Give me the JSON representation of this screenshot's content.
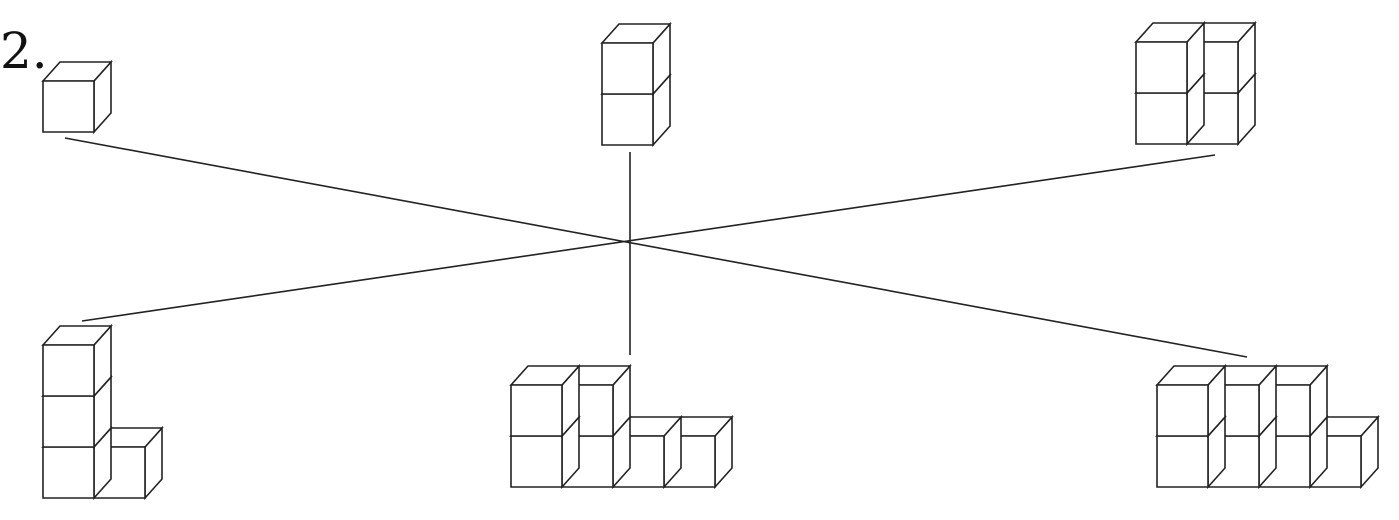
{
  "problem": {
    "number": "2."
  },
  "diagram": {
    "top_figures": [
      {
        "id": "top-single-cube",
        "cubes": 1
      },
      {
        "id": "top-vertical-stack",
        "cubes": 2
      },
      {
        "id": "top-square-block",
        "cubes": 4
      }
    ],
    "bottom_figures": [
      {
        "id": "bottom-l-shape",
        "cubes": 4
      },
      {
        "id": "bottom-step-shape",
        "cubes": 6
      },
      {
        "id": "bottom-wide-step-shape",
        "cubes": 7
      }
    ],
    "connections": [
      {
        "from": "top-single-cube",
        "to": "bottom-wide-step-shape"
      },
      {
        "from": "top-vertical-stack",
        "to": "bottom-step-shape"
      },
      {
        "from": "top-square-block",
        "to": "bottom-l-shape"
      }
    ]
  }
}
